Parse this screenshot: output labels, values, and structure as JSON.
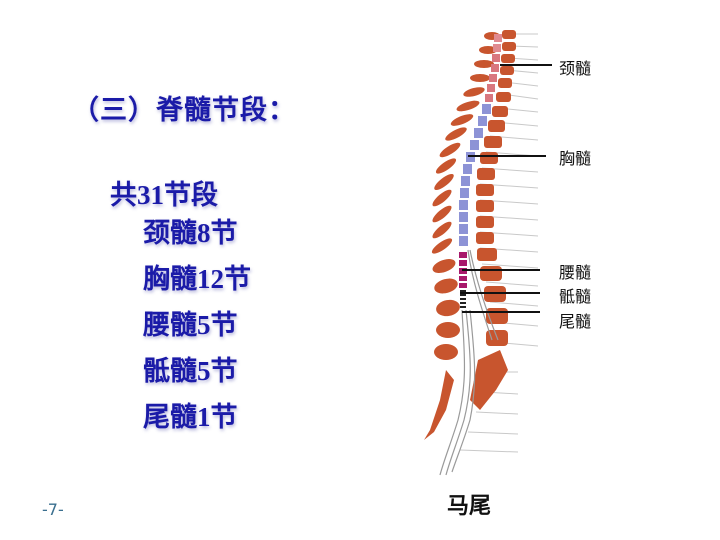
{
  "slide": {
    "heading": "（三）脊髓节段：",
    "summary": "共31节段",
    "segments": [
      {
        "label": "颈髓8节"
      },
      {
        "label": "胸髓12节"
      },
      {
        "label": "腰髓5节"
      },
      {
        "label": "骶髓5节"
      },
      {
        "label": "尾髓1节"
      }
    ],
    "page_number": "-7-"
  },
  "figure": {
    "labels": {
      "cervical": "颈髓",
      "thoracic": "胸髓",
      "lumbar": "腰髓",
      "sacral": "骶髓",
      "coccygeal": "尾髓",
      "cauda_equina": "马尾"
    },
    "colors": {
      "vertebra": "#c8552e",
      "cervical_cord": "#d9777f",
      "thoracic_cord": "#8d93d6",
      "lumbar_cord": "#a8186b",
      "cauda": "#b9b9b9",
      "nerve": "#bdbdbd"
    }
  }
}
